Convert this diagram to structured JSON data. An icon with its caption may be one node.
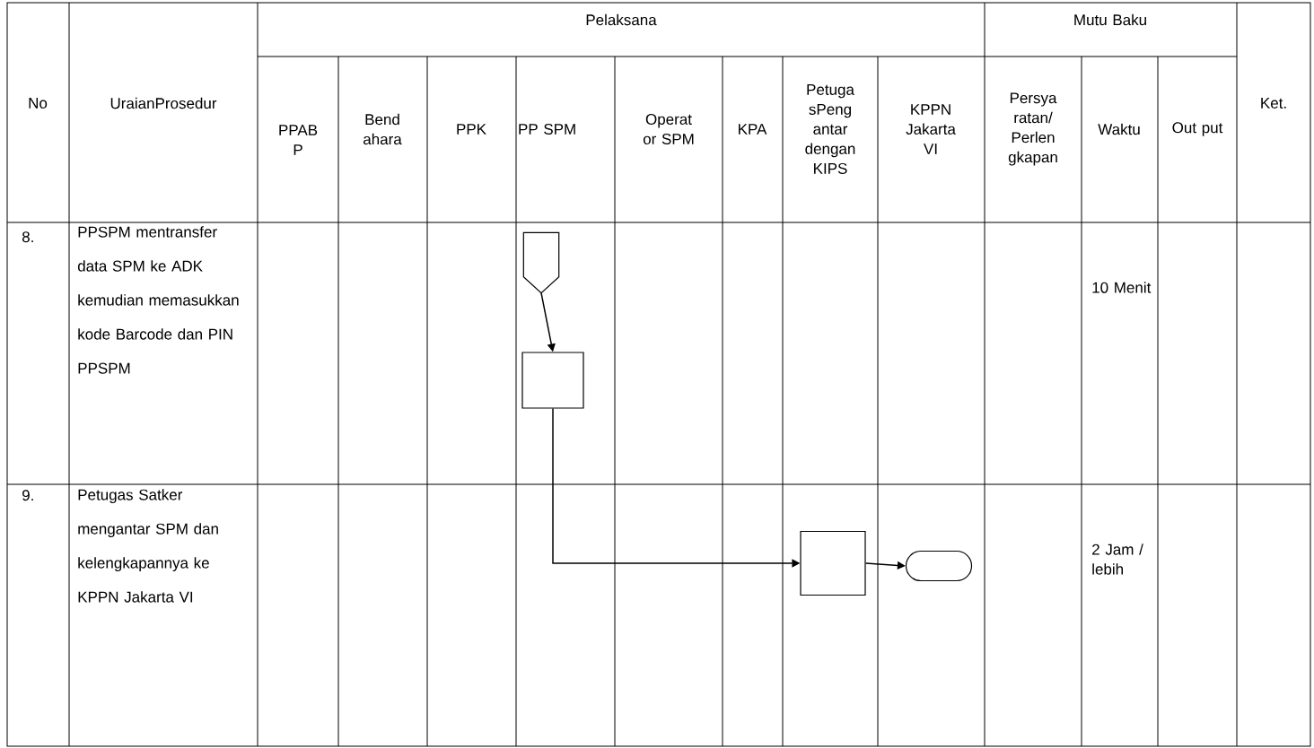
{
  "diagram": {
    "nodes": [
      {
        "text": [],
        "shape": "pentagon"
      },
      {
        "text": [],
        "shape": "box"
      },
      {
        "text": [],
        "shape": "box"
      },
      {
        "text": [],
        "shape": "oval"
      }
    ],
    "edges": [
      {
        "from": 0,
        "to": 1,
        "arrow": "to"
      },
      {
        "from": 1,
        "to": 2,
        "arrow": "to"
      },
      {
        "from": 2,
        "to": 3,
        "arrow": "to"
      }
    ],
    "labels": [
      "No",
      "UraianProsedur",
      "Pelaksana",
      "Mutu Baku",
      "Ket.",
      "PPAB P",
      "Bend ahara",
      "PPK",
      "PP SPM",
      "Operat or SPM",
      "KPA",
      "Petuga sPeng antar dengan KIPS",
      "KPPN Jakarta VI",
      "Persya ratan/ Perlen gkapan",
      "Waktu",
      "Out put",
      "8.",
      "PPSPM mentransfer data SPM ke ADK kemudian memasukkan kode Barcode dan PIN PPSPM",
      "10 Menit",
      "9.",
      "Petugas Satker mengantar SPM dan kelengkapannya ke KPPN Jakarta VI",
      "2 Jam / lebih"
    ]
  }
}
